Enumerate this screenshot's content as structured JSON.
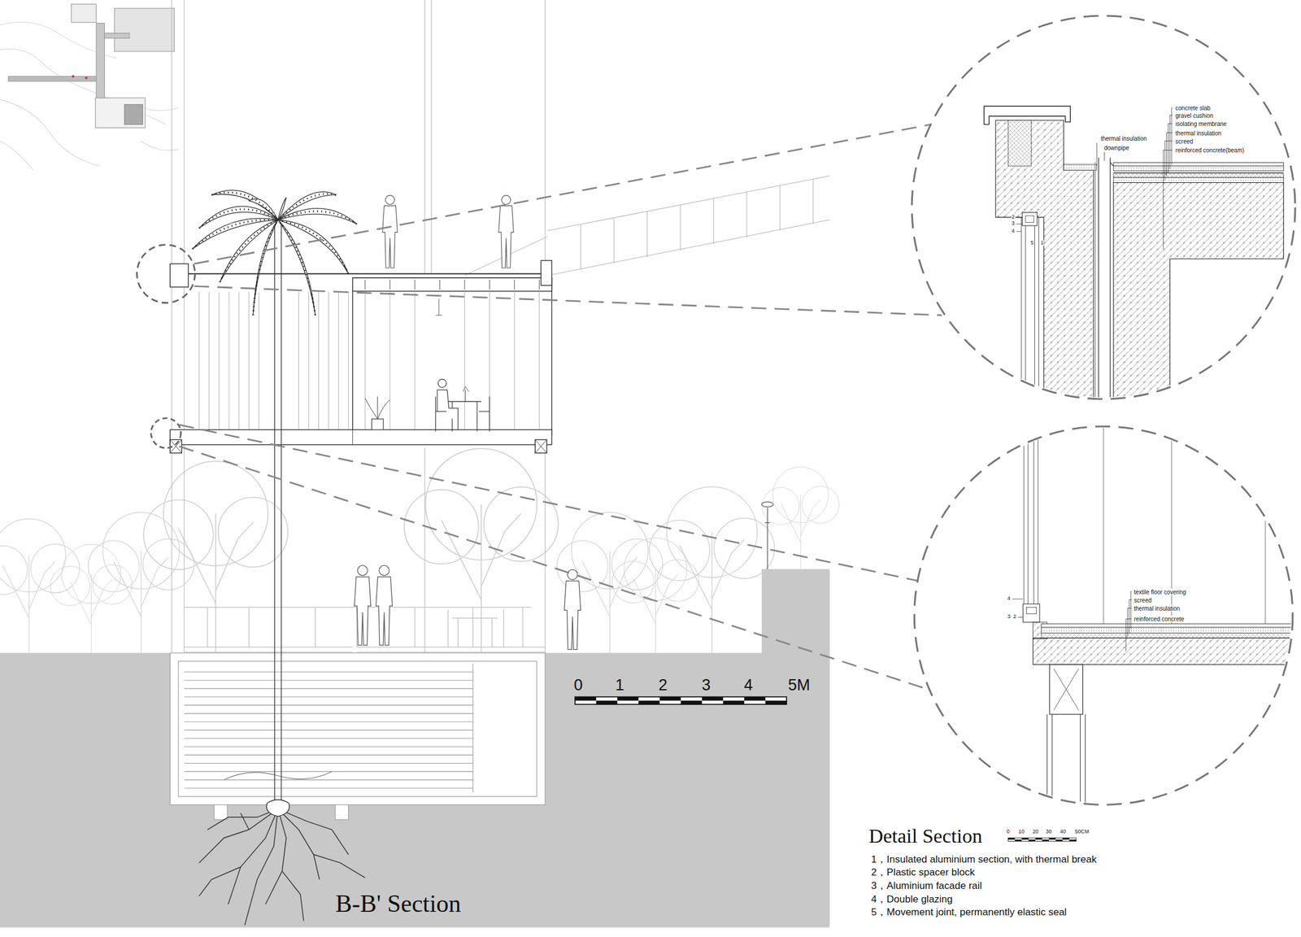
{
  "diagram": {
    "title": "B-B' Section",
    "labels": [
      "0",
      "1",
      "2",
      "3",
      "4",
      "5M",
      "concrete slab",
      "gravel cushion",
      "isolating membrane",
      "thermal insulation",
      "screed",
      "reinforced concrete(beam)",
      "thermal insulation",
      "downpipe",
      "2",
      "3",
      "4",
      "5",
      "1",
      "textile floor covering",
      "screed",
      "thermal insulation",
      "reinforced concrete",
      "4",
      "3",
      "2",
      "Detail Section",
      "0",
      "10",
      "20",
      "30",
      "40",
      "50CM",
      "1，Insulated aluminium section, with thermal break",
      "2，Plastic spacer block",
      "3，Aluminium facade rail",
      "4，Double glazing",
      "5，Movement joint, permanently elastic seal"
    ]
  }
}
